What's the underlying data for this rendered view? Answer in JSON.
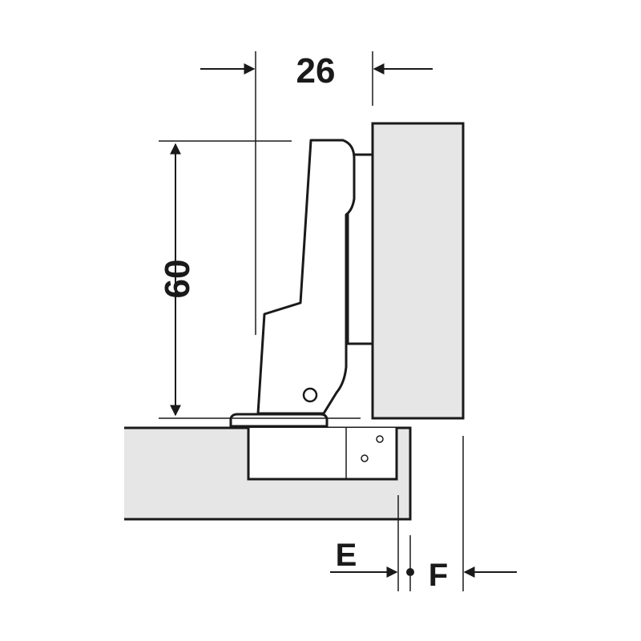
{
  "dimensions": {
    "width_label": "26",
    "height_label": "60",
    "e_label": "E",
    "f_label": "F"
  },
  "colors": {
    "line": "#1a1a1a",
    "panel_fill": "#e6e6e6",
    "background": "#ffffff"
  }
}
